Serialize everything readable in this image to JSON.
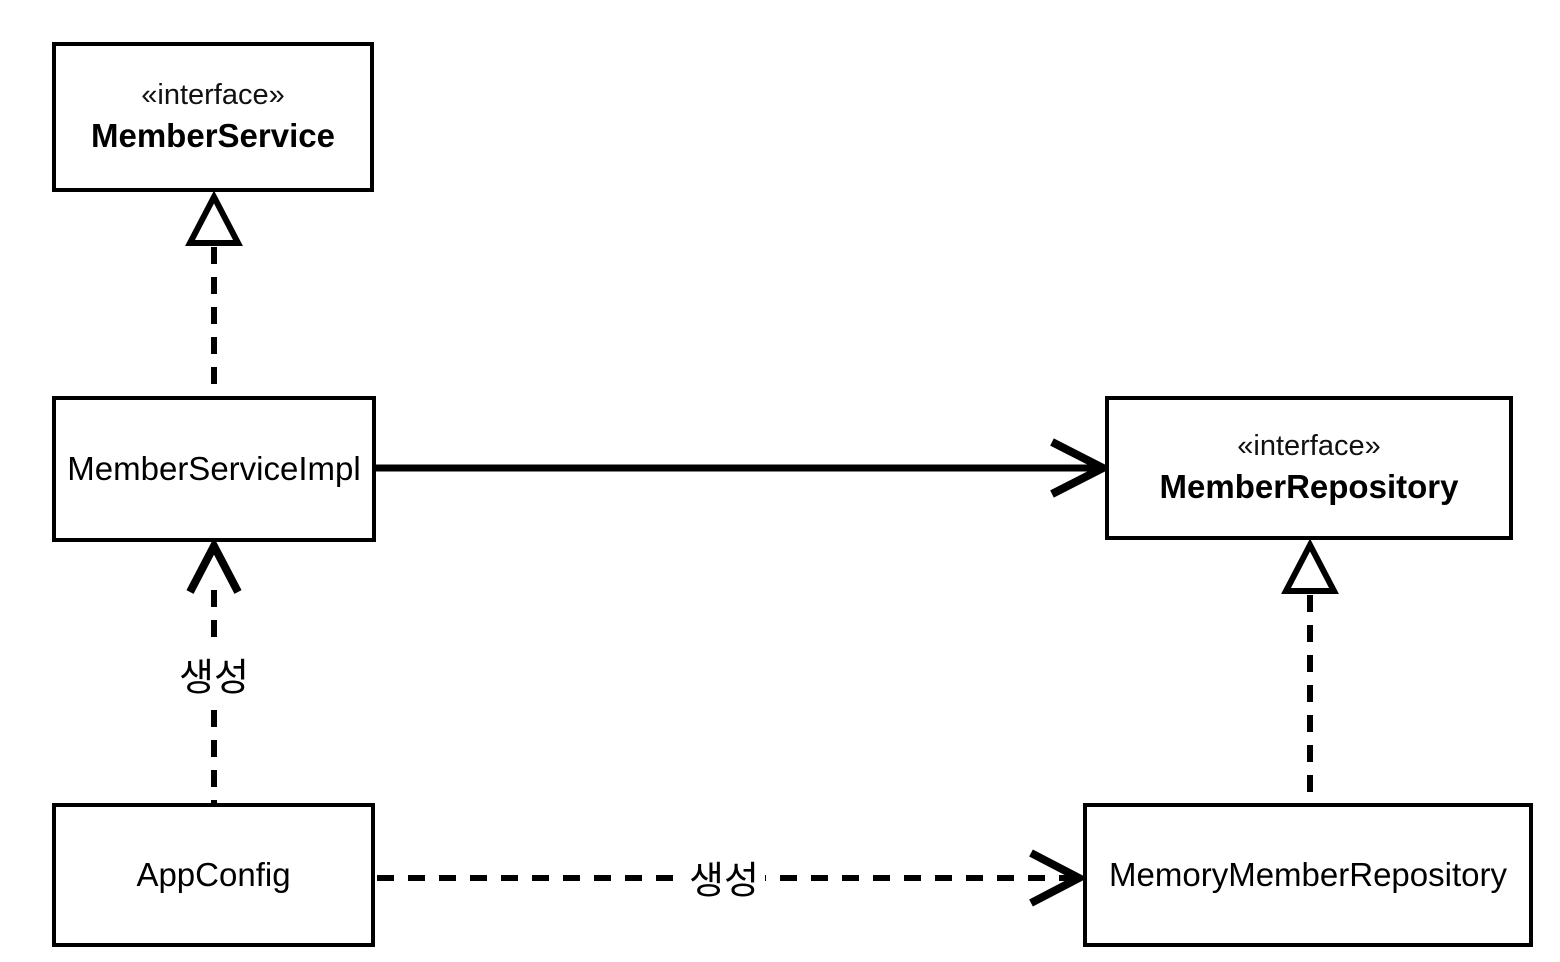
{
  "diagram": {
    "title": "uml-class-diagram-member-service",
    "colors": {
      "background": "#ffffff",
      "stroke": "#000000",
      "text": "#000000"
    },
    "nodes": {
      "member_service": {
        "stereotype": "«interface»",
        "name": "MemberService",
        "kind": "interface"
      },
      "member_service_impl": {
        "name": "MemberServiceImpl",
        "kind": "class"
      },
      "member_repository": {
        "stereotype": "«interface»",
        "name": "MemberRepository",
        "kind": "interface"
      },
      "app_config": {
        "name": "AppConfig",
        "kind": "class"
      },
      "memory_member_repository": {
        "name": "MemoryMemberRepository",
        "kind": "class"
      }
    },
    "edges": {
      "impl_realizes_service": {
        "from": "MemberServiceImpl",
        "to": "MemberService",
        "type": "realization",
        "line": "dashed",
        "arrowhead": "hollow-triangle",
        "label": ""
      },
      "impl_uses_repository": {
        "from": "MemberServiceImpl",
        "to": "MemberRepository",
        "type": "association",
        "line": "solid",
        "arrowhead": "open",
        "label": ""
      },
      "appconfig_creates_impl": {
        "from": "AppConfig",
        "to": "MemberServiceImpl",
        "type": "dependency",
        "line": "dashed",
        "arrowhead": "open",
        "label": "생성"
      },
      "appconfig_creates_memory_repo": {
        "from": "AppConfig",
        "to": "MemoryMemberRepository",
        "type": "dependency",
        "line": "dashed",
        "arrowhead": "open",
        "label": "생성"
      },
      "memory_repo_realizes_repository": {
        "from": "MemoryMemberRepository",
        "to": "MemberRepository",
        "type": "realization",
        "line": "dashed",
        "arrowhead": "hollow-triangle",
        "label": ""
      }
    }
  }
}
